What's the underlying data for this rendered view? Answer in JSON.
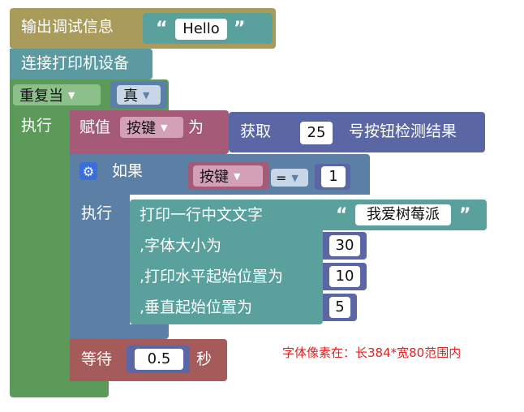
{
  "print_block": {
    "label": "输出调试信息",
    "text": "Hello",
    "color": "#a89b5c"
  },
  "connect_block": {
    "label": "连接打印机设备",
    "color": "#5a9aa0"
  },
  "while_block": {
    "label": "重复当",
    "do_label": "执行",
    "condition": "真",
    "color": "#5b9a58"
  },
  "assign_block": {
    "label": "赋值",
    "variable": "按键",
    "as_label": "为",
    "color": "#a55a78"
  },
  "get_block": {
    "label": "获取",
    "number": "25",
    "suffix": "号按钮检测结果",
    "color": "#5b67a5"
  },
  "if_block": {
    "label": "如果",
    "do_label": "执行",
    "color": "#5b7fa5"
  },
  "compare_block": {
    "variable": "按键",
    "operator": "=",
    "value": "1"
  },
  "print_cn_block": {
    "label": "打印一行中文文字",
    "text": "我爱树莓派",
    "size_label": ",字体大小为",
    "size": "30",
    "x_label": ",打印水平起始位置为",
    "x": "10",
    "y_label": ",垂直起始位置为",
    "y": "5",
    "color": "#5aa09c"
  },
  "wait_block": {
    "label": "等待",
    "value": "0.5",
    "unit": "秒",
    "color": "#a55b5a"
  },
  "note": {
    "text": "字体像素在：长384*宽80范围内",
    "color": "#e02020"
  }
}
